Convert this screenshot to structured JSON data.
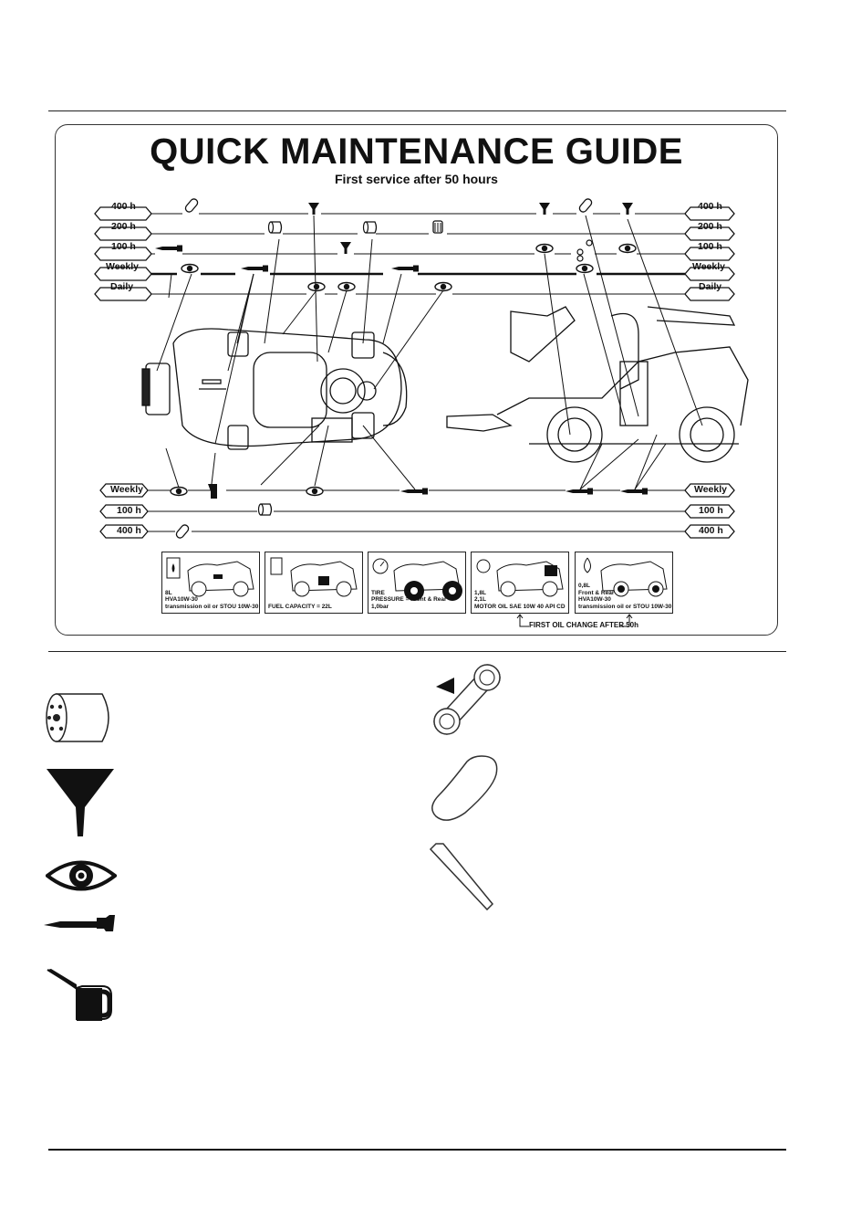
{
  "guide": {
    "title": "QUICK MAINTENANCE GUIDE",
    "subtitle": "First service after 50 hours",
    "top_intervals": [
      "400 h",
      "200 h",
      "100 h",
      "Weekly",
      "Daily"
    ],
    "bottom_intervals": [
      "Weekly",
      "100 h",
      "400 h"
    ],
    "boxes": [
      {
        "caption": "8L\nHVA10W-30\ntransmission oil or STOU 10W-30"
      },
      {
        "caption": "FUEL CAPACITY = 22L"
      },
      {
        "caption": "TIRE\nPRESSURE = Front & Rear 1,0bar"
      },
      {
        "caption": "1,8L\n2,1L\nMOTOR OIL SAE 10W 40 API CD"
      },
      {
        "caption": "0,8L\nFront & Rear\nHVA10W-30\ntransmission oil or STOU 10W-30"
      }
    ],
    "first_oil_change": "FIRST OIL CHANGE AFTER 50h"
  },
  "legend": {
    "icons": [
      "oil-filter-icon",
      "funnel-icon",
      "eye-inspect-icon",
      "grease-gun-icon",
      "oil-can-icon",
      "belt-icon",
      "air-filter-icon",
      "spark-plug-lead-icon"
    ]
  },
  "colors": {
    "ink": "#111111",
    "paper": "#ffffff"
  }
}
